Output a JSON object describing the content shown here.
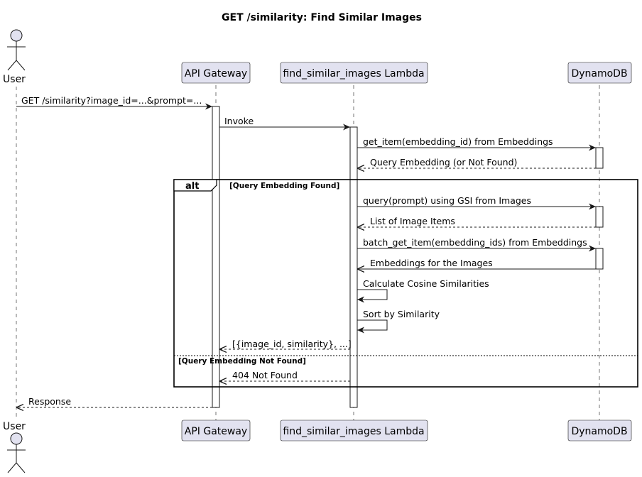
{
  "title": "GET /similarity: Find Similar Images",
  "participants": {
    "user": "User",
    "gateway": "API Gateway",
    "lambda": "find_similar_images Lambda",
    "dynamo": "DynamoDB"
  },
  "messages": {
    "m1": "GET /similarity?image_id=...&prompt=...",
    "m2": "Invoke",
    "m3": "get_item(embedding_id) from Embeddings",
    "m4": "Query Embedding (or Not Found)",
    "m5": "query(prompt) using GSI from Images",
    "m6": "List of Image Items",
    "m7": "batch_get_item(embedding_ids) from Embeddings",
    "m8": "Embeddings for the Images",
    "m9": "Calculate Cosine Similarities",
    "m10": "Sort by Similarity",
    "m11": "[{image_id, similarity}, ...]",
    "m12": "404 Not Found",
    "m13": "Response"
  },
  "alt": {
    "keyword": "alt",
    "guard_found": "[Query Embedding Found]",
    "guard_not_found": "[Query Embedding Not Found]"
  }
}
